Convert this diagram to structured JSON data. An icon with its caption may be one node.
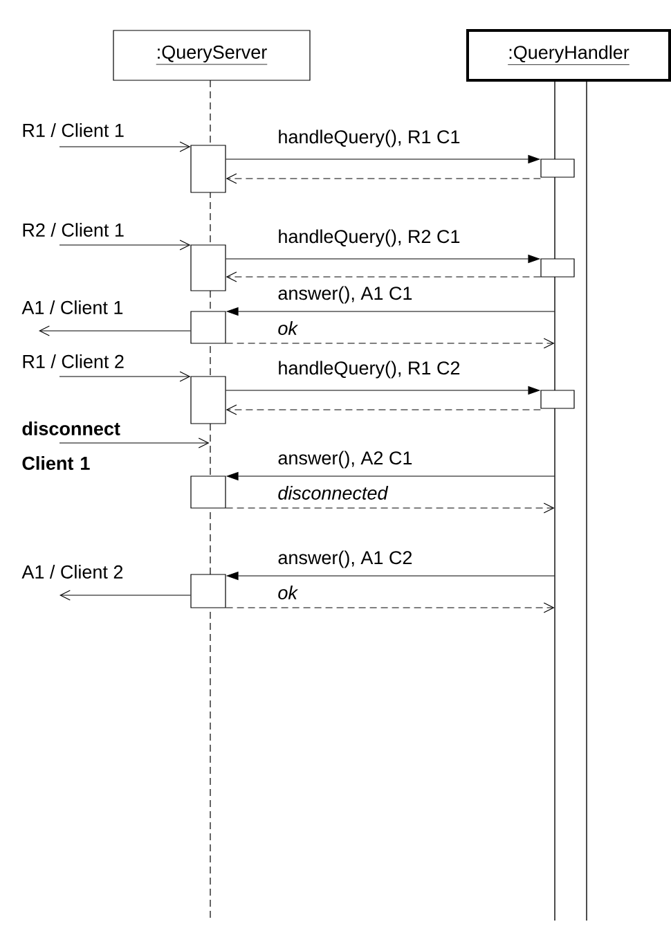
{
  "diagram": {
    "nodes": [
      {
        "text": [
          ":QueryServer"
        ]
      },
      {
        "text": [
          ":QueryHandler"
        ]
      },
      {
        "text": [],
        "shape": "box"
      },
      {
        "text": [],
        "shape": "box"
      },
      {
        "text": [],
        "shape": "box"
      },
      {
        "text": [],
        "shape": "box"
      },
      {
        "text": [],
        "shape": "box"
      },
      {
        "text": [],
        "shape": "box"
      },
      {
        "text": [],
        "shape": "box"
      },
      {
        "text": [],
        "shape": "box"
      },
      {
        "text": [],
        "shape": "box"
      },
      {
        "text": [],
        "shape": "bar"
      },
      {
        "text": [],
        "shape": "line"
      }
    ],
    "edges": [
      {
        "from": null,
        "to": 2,
        "arrow": "to",
        "label": "R1 / Client 1"
      },
      {
        "from": 2,
        "to": 8,
        "arrow": "to",
        "label": "handleQuery(), R1 C1"
      },
      {
        "from": 8,
        "to": 2,
        "arrow": "to",
        "style": "dashed"
      },
      {
        "from": null,
        "to": 3,
        "arrow": "to",
        "label": "R2 / Client 1"
      },
      {
        "from": 3,
        "to": 9,
        "arrow": "to",
        "label": "handleQuery(), R2 C1"
      },
      {
        "from": 9,
        "to": 3,
        "arrow": "to",
        "style": "dashed"
      },
      {
        "from": 11,
        "to": 4,
        "arrow": "to",
        "label": "answer(), A1 C1"
      },
      {
        "from": 4,
        "to": null,
        "arrow": "to",
        "label": "A1 / Client 1"
      },
      {
        "from": 4,
        "to": 11,
        "arrow": "to",
        "style": "dashed",
        "label": "ok"
      },
      {
        "from": null,
        "to": 5,
        "arrow": "to",
        "label": "R1 / Client 2"
      },
      {
        "from": 5,
        "to": 10,
        "arrow": "to",
        "label": "handleQuery(), R1 C2"
      },
      {
        "from": 10,
        "to": 5,
        "arrow": "to",
        "style": "dashed"
      },
      {
        "from": null,
        "to": 12,
        "arrow": "to",
        "label": "disconnect Client 1"
      },
      {
        "from": 11,
        "to": 6,
        "arrow": "to",
        "label": "answer(), A2 C1"
      },
      {
        "from": 6,
        "to": 11,
        "arrow": "to",
        "style": "dashed",
        "label": "disconnected"
      },
      {
        "from": 11,
        "to": 7,
        "arrow": "to",
        "label": "answer(), A1 C2"
      },
      {
        "from": 7,
        "to": null,
        "arrow": "to",
        "label": "A1 / Client 2"
      },
      {
        "from": 7,
        "to": 11,
        "arrow": "to",
        "style": "dashed",
        "label": "ok"
      }
    ]
  }
}
